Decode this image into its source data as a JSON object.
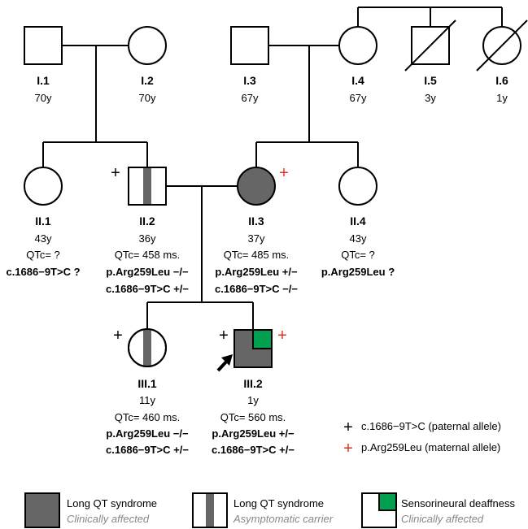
{
  "colors": {
    "affected": "#666666",
    "deafness": "#00A050",
    "paternal": "#000000",
    "maternal": "#E0301E",
    "caption": "#888888"
  },
  "individuals": {
    "I1": {
      "id": "I.1",
      "age": "70y"
    },
    "I2": {
      "id": "I.2",
      "age": "70y"
    },
    "I3": {
      "id": "I.3",
      "age": "67y"
    },
    "I4": {
      "id": "I.4",
      "age": "67y"
    },
    "I5": {
      "id": "I.5",
      "age": "3y"
    },
    "I6": {
      "id": "I.6",
      "age": "1y"
    },
    "II1": {
      "id": "II.1",
      "age": "43y",
      "qtc": "QTc= ?",
      "v1": "c.1686−9T>C ?"
    },
    "II2": {
      "id": "II.2",
      "age": "36y",
      "qtc": "QTc= 458 ms.",
      "v1": "p.Arg259Leu −/−",
      "v2": "c.1686−9T>C +/−"
    },
    "II3": {
      "id": "II.3",
      "age": "37y",
      "qtc": "QTc= 485 ms.",
      "v1": "p.Arg259Leu +/−",
      "v2": "c.1686−9T>C −/−"
    },
    "II4": {
      "id": "II.4",
      "age": "43y",
      "qtc": "QTc= ?",
      "v1": "p.Arg259Leu ?"
    },
    "III1": {
      "id": "III.1",
      "age": "11y",
      "qtc": "QTc= 460 ms.",
      "v1": "p.Arg259Leu −/−",
      "v2": "c.1686−9T>C +/−"
    },
    "III2": {
      "id": "III.2",
      "age": "1y",
      "qtc": "QTc= 560 ms.",
      "v1": "p.Arg259Leu +/−",
      "v2": "c.1686−9T>C +/−"
    }
  },
  "markers": {
    "plus": "+"
  },
  "allele_key": {
    "paternal": "c.1686−9T>C (paternal allele)",
    "maternal": "p.Arg259Leu (maternal allele)"
  },
  "legend": {
    "affected": {
      "title": "Long QT syndrome",
      "subtitle": "Clinically affected"
    },
    "carrier": {
      "title": "Long QT syndrome",
      "subtitle": "Asymptomatic carrier"
    },
    "deafness": {
      "title": "Sensorineural deaffness",
      "subtitle": "Clinically affected"
    }
  }
}
